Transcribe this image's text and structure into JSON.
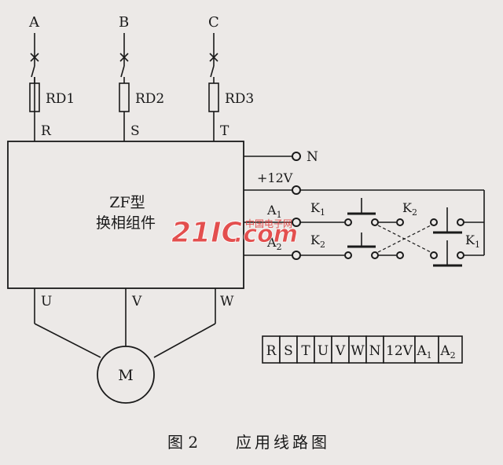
{
  "phases": {
    "a": "A",
    "b": "B",
    "c": "C"
  },
  "fuses": {
    "rd1": "RD1",
    "rd2": "RD2",
    "rd3": "RD3"
  },
  "inputs": {
    "r": "R",
    "s": "S",
    "t": "T"
  },
  "module": {
    "line1": "ZF型",
    "line2": "换相组件"
  },
  "terminals": {
    "n": "N",
    "v12": "+12V",
    "a1": "A",
    "a1_sub": "1",
    "a2": "A",
    "a2_sub": "2"
  },
  "switches": {
    "k1_base": "K",
    "k1_sub": "1",
    "k2_base": "K",
    "k2_sub": "2"
  },
  "outputs": {
    "u": "U",
    "v": "V",
    "w": "W"
  },
  "motor": "M",
  "terminal_strip": [
    {
      "text": "R",
      "sub": ""
    },
    {
      "text": "S",
      "sub": ""
    },
    {
      "text": "T",
      "sub": ""
    },
    {
      "text": "U",
      "sub": ""
    },
    {
      "text": "V",
      "sub": ""
    },
    {
      "text": "W",
      "sub": ""
    },
    {
      "text": "N",
      "sub": ""
    },
    {
      "text": "12V",
      "sub": ""
    },
    {
      "text": "A",
      "sub": "1"
    },
    {
      "text": "A",
      "sub": "2"
    }
  ],
  "watermark": {
    "brand": "21IC",
    "dom": ".com",
    "cn": "中国电子网"
  },
  "caption": {
    "figure": "图 2",
    "title": "应用线路图"
  },
  "colors": {
    "line": "#1a1a1a",
    "background": "#ece9e7",
    "watermark": "#e23a3a"
  }
}
